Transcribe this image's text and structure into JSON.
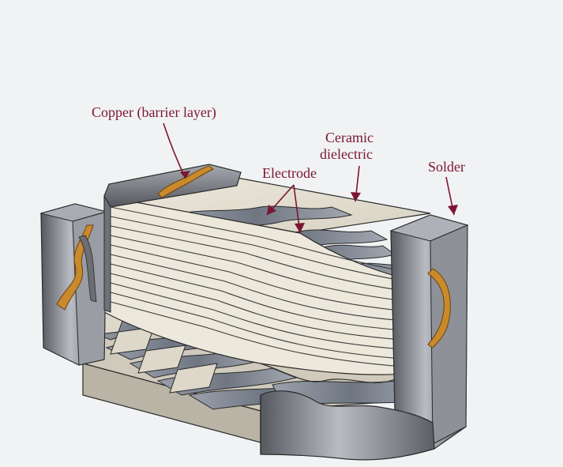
{
  "labels": {
    "copper": "Copper (barrier layer)",
    "ceramic_line1": "Ceramic",
    "ceramic_line2": "dielectric",
    "solder": "Solder",
    "electrode": "Electrode"
  },
  "colors": {
    "background": "#f1f2f4",
    "label_text": "#7a1630",
    "ceramic": "#e9e4d6",
    "electrode": "#8f96a1",
    "solder_metal": "#7c8087",
    "copper": "#c98a2b",
    "outline": "#2a2a2a"
  }
}
